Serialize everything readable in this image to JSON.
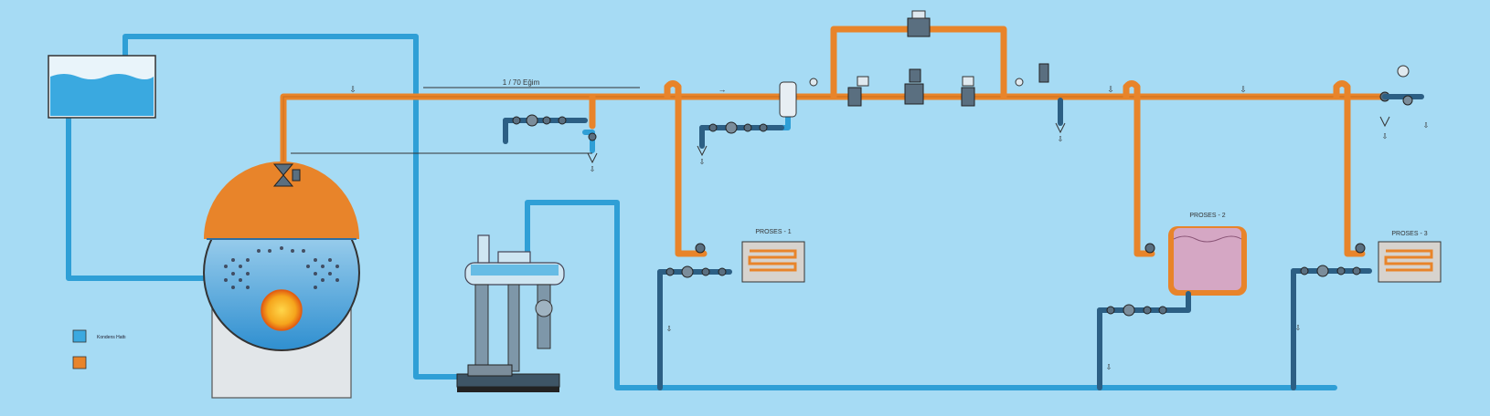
{
  "labels": {
    "flow_rate": "1 / 70 Eğim",
    "process_1": "PROSES - 1",
    "process_2": "PROSES - 2",
    "process_3": "PROSES - 3"
  },
  "legend": {
    "condensate_label": "Kondens Hattı",
    "steam_label": ""
  },
  "colors": {
    "background": "#a6dbf4",
    "steam_line": "#e8842a",
    "condensate_line": "#2f9fd6",
    "condensate_dark": "#2c5f84",
    "water": "#3aa9e0"
  }
}
